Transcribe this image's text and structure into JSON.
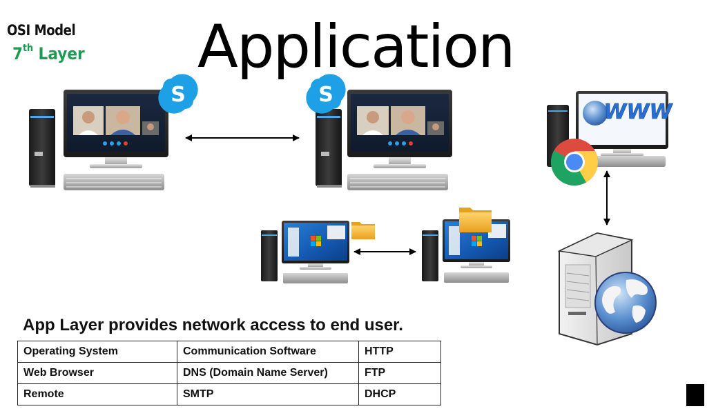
{
  "header": {
    "model_label": "OSI Model",
    "layer_number": "7",
    "layer_suffix": "th",
    "layer_word": "Layer",
    "title": "Application"
  },
  "diagram": {
    "skype_pair": {
      "left": "skype-computer",
      "right": "skype-computer",
      "icon": "skype-icon",
      "connection": "bidirectional-arrow"
    },
    "file_transfer_pair": {
      "left": "windows-computer",
      "right": "windows-computer",
      "icon": "folder-icon",
      "connection": "bidirectional-arrow"
    },
    "web_pair": {
      "client": "www-computer",
      "client_icon": "chrome-icon",
      "server": "web-server",
      "server_icon": "globe-icon",
      "connection": "bidirectional-arrow"
    },
    "skype_letter": "S",
    "www_text": "WWW"
  },
  "subtitle": "App Layer provides network access to end user.",
  "table": {
    "rows": [
      [
        "Operating System",
        "Communication Software",
        "HTTP"
      ],
      [
        "Web Browser",
        "DNS (Domain Name Server)",
        "FTP"
      ],
      [
        "Remote",
        "SMTP",
        "DHCP"
      ]
    ]
  },
  "colors": {
    "layer_green": "#1e9a52",
    "skype_blue": "#1ea0e6",
    "folder_yellow": "#f2b630"
  }
}
